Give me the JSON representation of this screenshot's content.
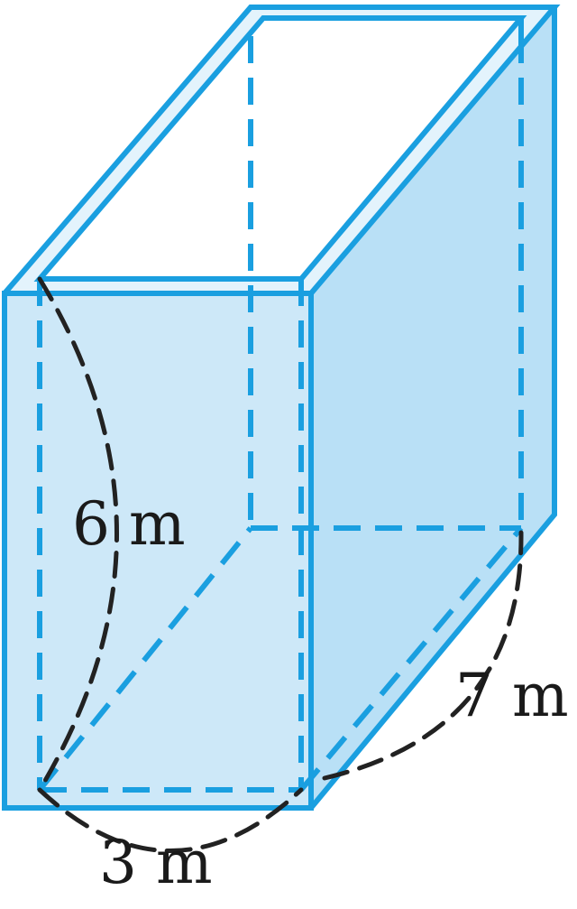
{
  "figure": {
    "colors": {
      "edge": "#1a9fe0",
      "front_face": "#cde8f8",
      "side_face": "#b9e0f6",
      "rim": "#e3f3fc",
      "dimension_arc": "#222222",
      "label": "#1a1a1a"
    },
    "labels": {
      "height": "6 m",
      "depth": "7 m",
      "width": "3 m"
    }
  }
}
